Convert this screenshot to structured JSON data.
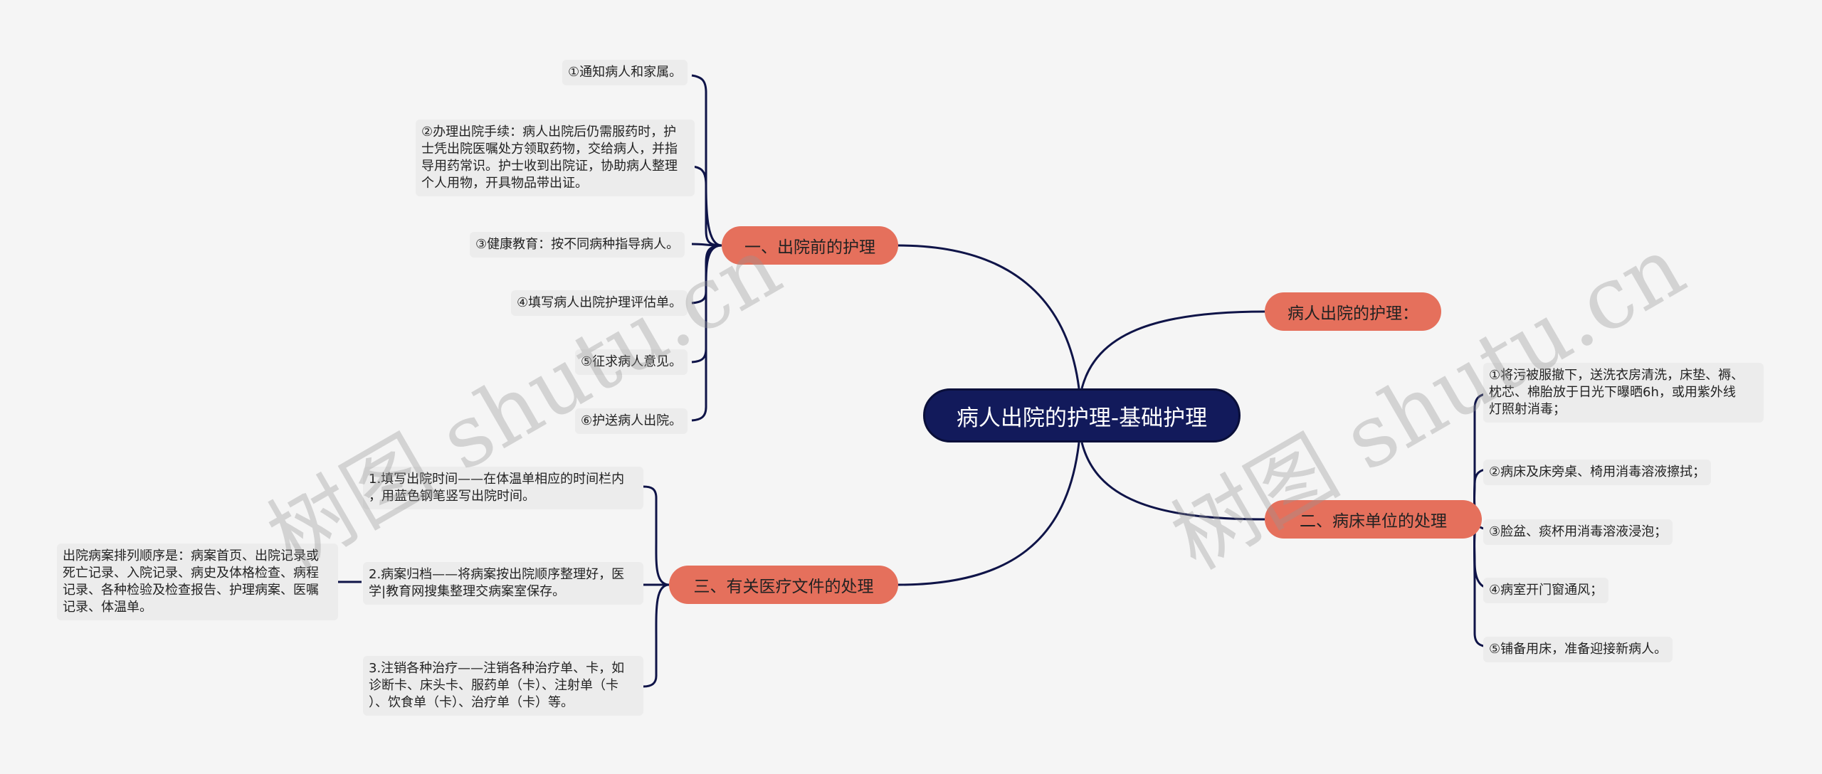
{
  "root": {
    "title": "病人出院的护理-基础护理"
  },
  "branches": {
    "before_discharge": {
      "label": "一、出院前的护理",
      "items": [
        "①通知病人和家属。",
        "②办理出院手续：病人出院后仍需服药时，护\n士凭出院医嘱处方领取药物，交给病人，并指\n导用药常识。护士收到出院证，协助病人整理\n个人用物，开具物品带出证。",
        "③健康教育：按不同病种指导病人。",
        "④填写病人出院护理评估单。",
        "⑤征求病人意见。",
        "⑥护送病人出院。"
      ]
    },
    "documents": {
      "label": "三、有关医疗文件的处理",
      "items": [
        "1.填写出院时间——在体温单相应的时间栏内\n，用蓝色钢笔竖写出院时间。",
        "2.病案归档——将病案按出院顺序整理好，医\n学|教育网搜集整理交病案室保存。",
        "3.注销各种治疗——注销各种治疗单、卡，如\n诊断卡、床头卡、服药单（卡）、注射单（卡\n）、饮食单（卡）、治疗单（卡）等。"
      ],
      "sub_item": "出院病案排列顺序是：病案首页、出院记录或\n死亡记录、入院记录、病史及体格检查、病程\n记录、各种检验及检查报告、护理病案、医嘱\n记录、体温单。"
    },
    "discharge_care": {
      "label": "病人出院的护理："
    },
    "bed_unit": {
      "label": "二、病床单位的处理",
      "items": [
        "①将污被服撤下，送洗衣房清洗，床垫、褥、\n枕芯、棉胎放于日光下曝晒6h，或用紫外线\n灯照射消毒；",
        "②病床及床旁桌、椅用消毒溶液擦拭；",
        "③脸盆、痰杯用消毒溶液浸泡；",
        "④病室开门窗通风；",
        "⑤铺备用床，准备迎接新病人。"
      ]
    }
  },
  "watermarks": [
    "树图 shutu.cn",
    "树图 shutu.cn"
  ],
  "colors": {
    "root": "#121a5b",
    "branch": "#e5705c",
    "line": "#0f1448",
    "leaf_bg": "#ececec",
    "background": "#f5f5f5"
  }
}
